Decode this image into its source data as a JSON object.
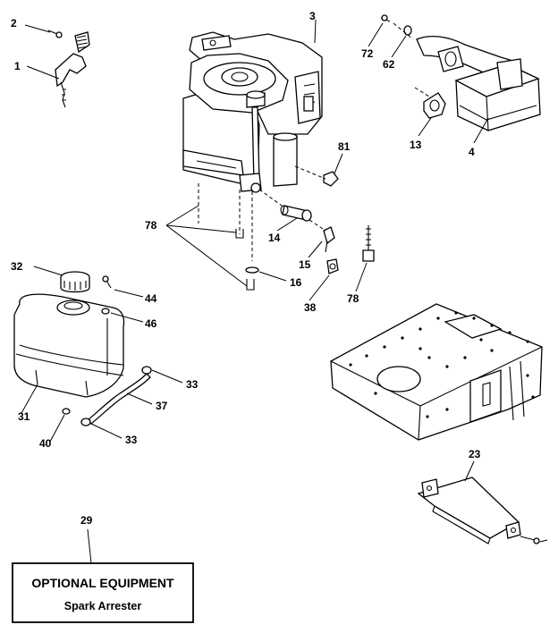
{
  "callouts": {
    "c1": "1",
    "c2": "2",
    "c3": "3",
    "c4": "4",
    "c13": "13",
    "c14": "14",
    "c15": "15",
    "c16": "16",
    "c23": "23",
    "c29": "29",
    "c31": "31",
    "c32": "32",
    "c33a": "33",
    "c33b": "33",
    "c37": "37",
    "c38": "38",
    "c40": "40",
    "c44": "44",
    "c46": "46",
    "c62": "62",
    "c72": "72",
    "c78a": "78",
    "c78b": "78",
    "c81": "81"
  },
  "optional_box": {
    "title": "OPTIONAL EQUIPMENT",
    "subtitle": "Spark Arrester"
  }
}
